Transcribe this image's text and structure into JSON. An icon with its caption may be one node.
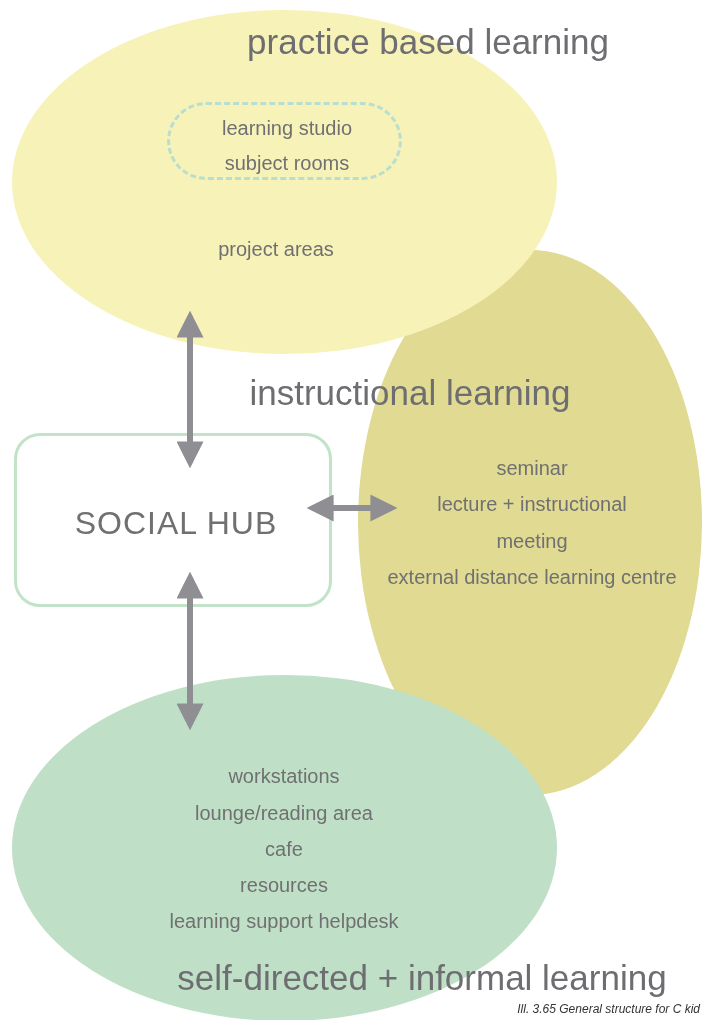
{
  "diagram": {
    "caption": "Ill. 3.65 General structure for C kid",
    "nodes": [
      {
        "text": [
          "instructional learning",
          "seminar",
          "lecture + instructional",
          "meeting",
          "external distance learning centre"
        ]
      },
      {
        "text": [
          "practice based learning",
          "project areas"
        ]
      },
      {
        "text": [
          "learning studio",
          "subject rooms"
        ],
        "in": 1
      },
      {
        "text": [
          "SOCIAL HUB"
        ]
      },
      {
        "text": [
          "workstations",
          "lounge/reading area",
          "cafe",
          "resources",
          "learning support helpdesk",
          "self-directed + informal learning"
        ]
      }
    ],
    "edges": [
      {
        "from": 3,
        "to": 1,
        "arrow": "both"
      },
      {
        "from": 3,
        "to": 0,
        "arrow": "both"
      },
      {
        "from": 3,
        "to": 4,
        "arrow": "both"
      }
    ]
  }
}
